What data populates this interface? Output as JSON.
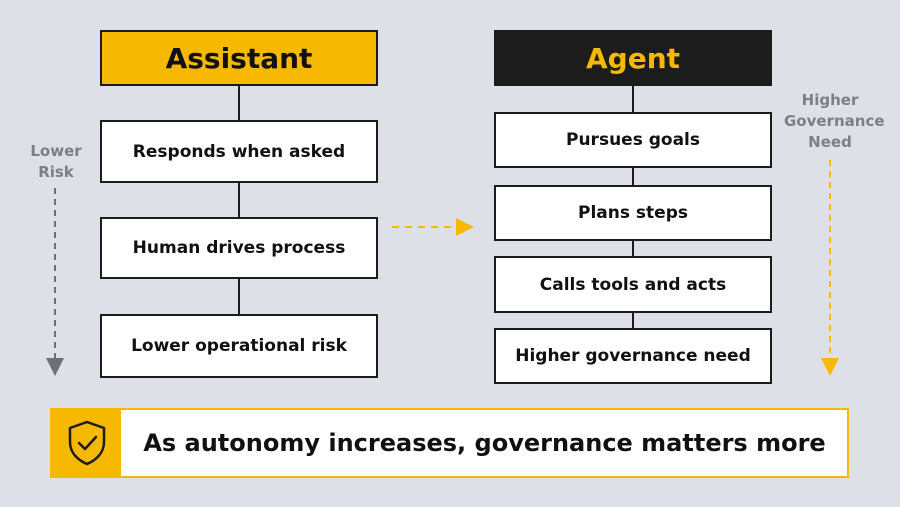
{
  "assistant": {
    "title": "Assistant",
    "items": [
      "Responds when asked",
      "Human drives process",
      "Lower operational risk"
    ]
  },
  "agent": {
    "title": "Agent",
    "items": [
      "Pursues goals",
      "Plans steps",
      "Calls tools and acts",
      "Higher governance need"
    ]
  },
  "left_axis": {
    "line1": "Lower",
    "line2": "Risk"
  },
  "right_axis": {
    "line1": "Higher",
    "line2": "Governance",
    "line3": "Need"
  },
  "banner": {
    "text": "As autonomy increases, governance matters more",
    "icon": "shield-check-icon"
  },
  "colors": {
    "accent": "#f6b800",
    "dark": "#1c1c1c",
    "background": "#dde0e6",
    "muted": "#7d7f84",
    "left_arrow": "#6e7075"
  }
}
